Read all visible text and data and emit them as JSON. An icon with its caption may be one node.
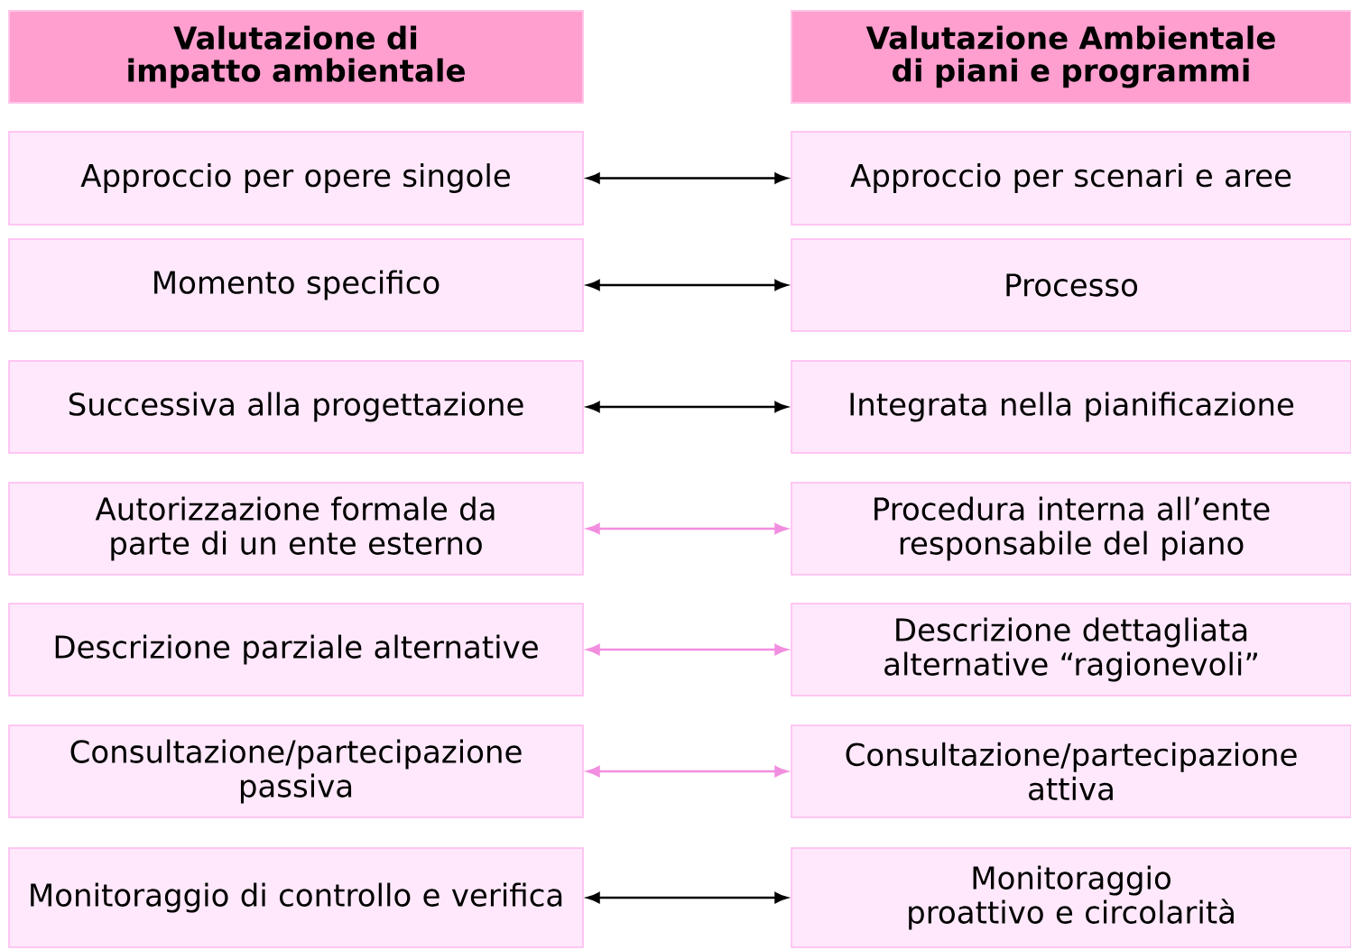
{
  "diagram": {
    "nodes": [
      {
        "text": [
          "Valutazione di impatto ambientale"
        ]
      },
      {
        "text": [
          "Valutazione Ambientale di piani e programmi"
        ]
      },
      {
        "text": [
          "Approccio per opere singole"
        ]
      },
      {
        "text": [
          "Approccio per scenari e aree"
        ]
      },
      {
        "text": [
          "Momento specifico"
        ]
      },
      {
        "text": [
          "Processo"
        ]
      },
      {
        "text": [
          "Successiva alla progettazione"
        ]
      },
      {
        "text": [
          "Integrata nella pianificazione"
        ]
      },
      {
        "text": [
          "Autorizzazione formale da parte di un ente esterno"
        ]
      },
      {
        "text": [
          "Procedura interna all’ente responsabile del piano"
        ]
      },
      {
        "text": [
          "Descrizione parziale alternative"
        ]
      },
      {
        "text": [
          "Descrizione dettagliata alternative “ragionevoli”"
        ]
      },
      {
        "text": [
          "Consultazione/partecipazione passiva"
        ]
      },
      {
        "text": [
          "Consultazione/partecipazione attiva"
        ]
      },
      {
        "text": [
          "Monitoraggio di controllo e verifica"
        ]
      },
      {
        "text": [
          "Monitoraggio proattivo e circolarità"
        ]
      }
    ],
    "edges": [
      {
        "from": 2,
        "to": 3,
        "arrow": "both"
      },
      {
        "from": 4,
        "to": 5,
        "arrow": "both"
      },
      {
        "from": 6,
        "to": 7,
        "arrow": "both"
      },
      {
        "from": 8,
        "to": 9,
        "arrow": "both",
        "color": "#f28ee0"
      },
      {
        "from": 10,
        "to": 11,
        "arrow": "both",
        "color": "#f28ee0"
      },
      {
        "from": 12,
        "to": 13,
        "arrow": "both",
        "color": "#f28ee0"
      },
      {
        "from": 14,
        "to": 15,
        "arrow": "both"
      }
    ]
  }
}
